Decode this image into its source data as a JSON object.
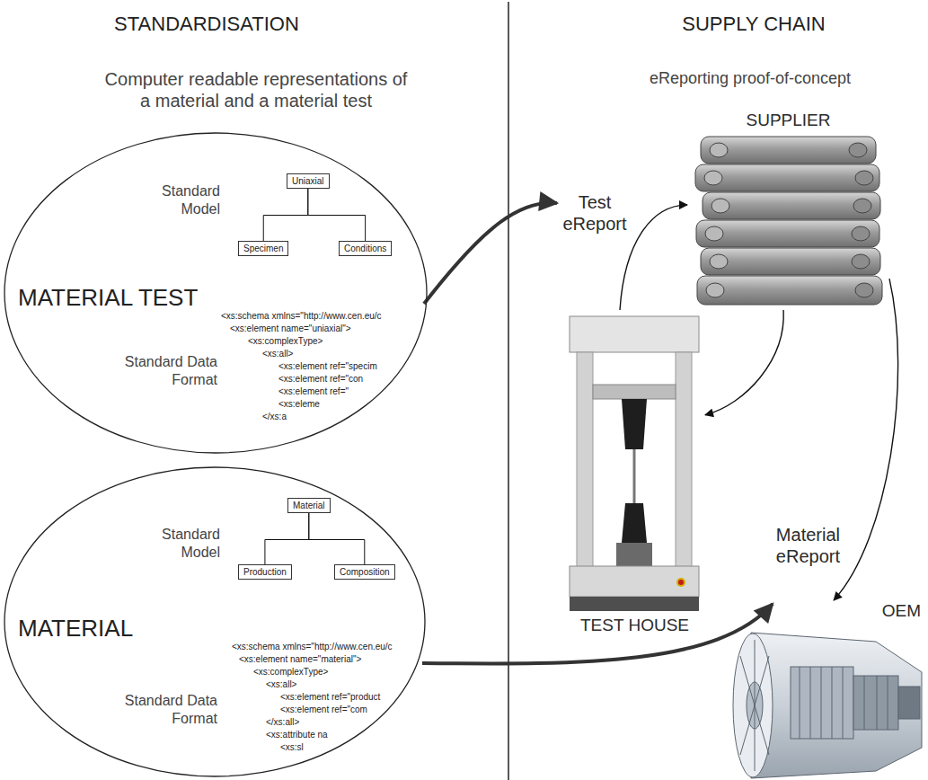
{
  "diagram": {
    "nodes": [
      {
        "text": [
          "Standard Model",
          "MATERIAL TEST",
          "Standard Data Format",
          "<xs:schema xmlns=\"http://www.cen.eu/c",
          "<xs:element name=\"uniaxial\">",
          "<xs:complexType>",
          "<xs:all>",
          "<xs:element ref=\"specim",
          "<xs:element ref=\"con",
          "<xs:element ref=\"",
          "<xs:eleme",
          "</xs:a"
        ]
      },
      {
        "text": [
          "Uniaxial"
        ],
        "in": 0
      },
      {
        "text": [
          "Specimen"
        ],
        "in": 0
      },
      {
        "text": [
          "Conditions"
        ],
        "in": 0
      },
      {
        "text": [
          "Standard Model",
          "MATERIAL",
          "Standard Data Format",
          "<xs:schema xmlns=\"http://www.cen.eu/c",
          "<xs:element name=\"material\">",
          "<xs:complexType>",
          "<xs:all>",
          "<xs:element ref=\"product",
          "<xs:element ref=\"com",
          "</xs:all>",
          "<xs:attribute na",
          "<xs:sl"
        ]
      },
      {
        "text": [
          "Material"
        ],
        "in": 4
      },
      {
        "text": [
          "Production"
        ],
        "in": 4
      },
      {
        "text": [
          "Composition"
        ],
        "in": 4
      },
      {
        "text": [
          "SUPPLIER"
        ]
      },
      {
        "text": [
          "TEST HOUSE"
        ]
      },
      {
        "text": [
          "OEM"
        ]
      }
    ],
    "edges": [
      {
        "from": 1,
        "to": 2,
        "arrow": "none"
      },
      {
        "from": 1,
        "to": 3,
        "arrow": "none"
      },
      {
        "from": 5,
        "to": 6,
        "arrow": "none"
      },
      {
        "from": 5,
        "to": 7,
        "arrow": "none"
      },
      {
        "from": 9,
        "to": 8,
        "arrow": "to",
        "label": "Test eReport"
      },
      {
        "from": 8,
        "to": 9,
        "arrow": "to"
      },
      {
        "from": 8,
        "to": 10,
        "arrow": "to",
        "label": "Material eReport"
      }
    ],
    "labels": [
      "STANDARDISATION",
      "Computer readable representations of a material and a material test",
      "SUPPLY CHAIN",
      "eReporting proof-of-concept"
    ]
  }
}
